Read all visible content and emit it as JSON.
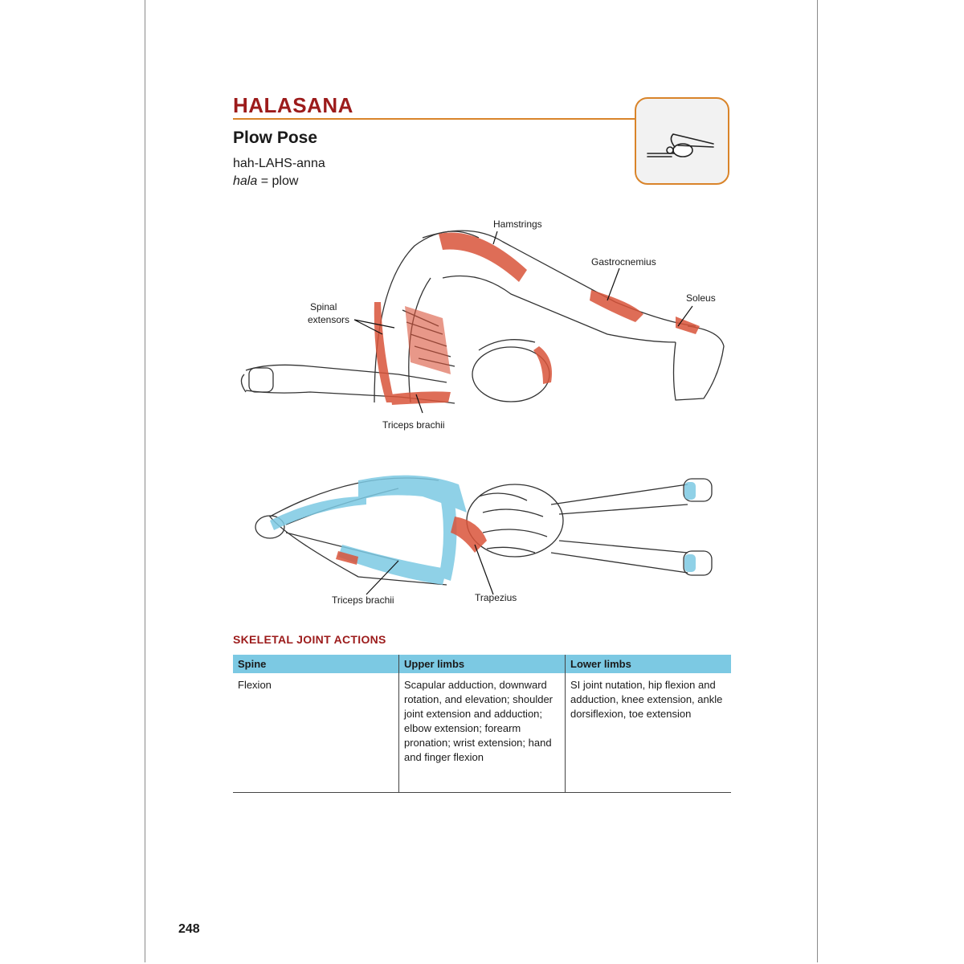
{
  "header": {
    "title": "HALASANA",
    "subtitle": "Plow Pose",
    "pronunciation": "hah-LAHS-anna",
    "meaning_term": "hala",
    "meaning_rest": " = plow"
  },
  "illustration_top": {
    "labels": {
      "hamstrings": "Hamstrings",
      "gastrocnemius": "Gastrocnemius",
      "soleus": "Soleus",
      "spinal_1": "Spinal",
      "spinal_2": "extensors",
      "triceps": "Triceps brachii"
    }
  },
  "illustration_bottom": {
    "labels": {
      "triceps": "Triceps brachii",
      "trapezius": "Trapezius"
    }
  },
  "joint_actions": {
    "heading": "SKELETAL JOINT ACTIONS",
    "columns": [
      "Spine",
      "Upper limbs",
      "Lower limbs"
    ],
    "cells": [
      "Flexion",
      "Scapular adduction, downward rotation, and elevation; shoulder joint extension and adduction; elbow extension; forearm pronation; wrist extension; hand and finger flexion",
      "SI joint nutation, hip flexion and adduction, knee extension, ankle dorsiflexion, toe extension"
    ]
  },
  "page_number": "248",
  "colors": {
    "title": "#9c1b1b",
    "rule": "#d9842a",
    "muscle_red": "#d9543a",
    "muscle_blue": "#7cc9e3"
  }
}
